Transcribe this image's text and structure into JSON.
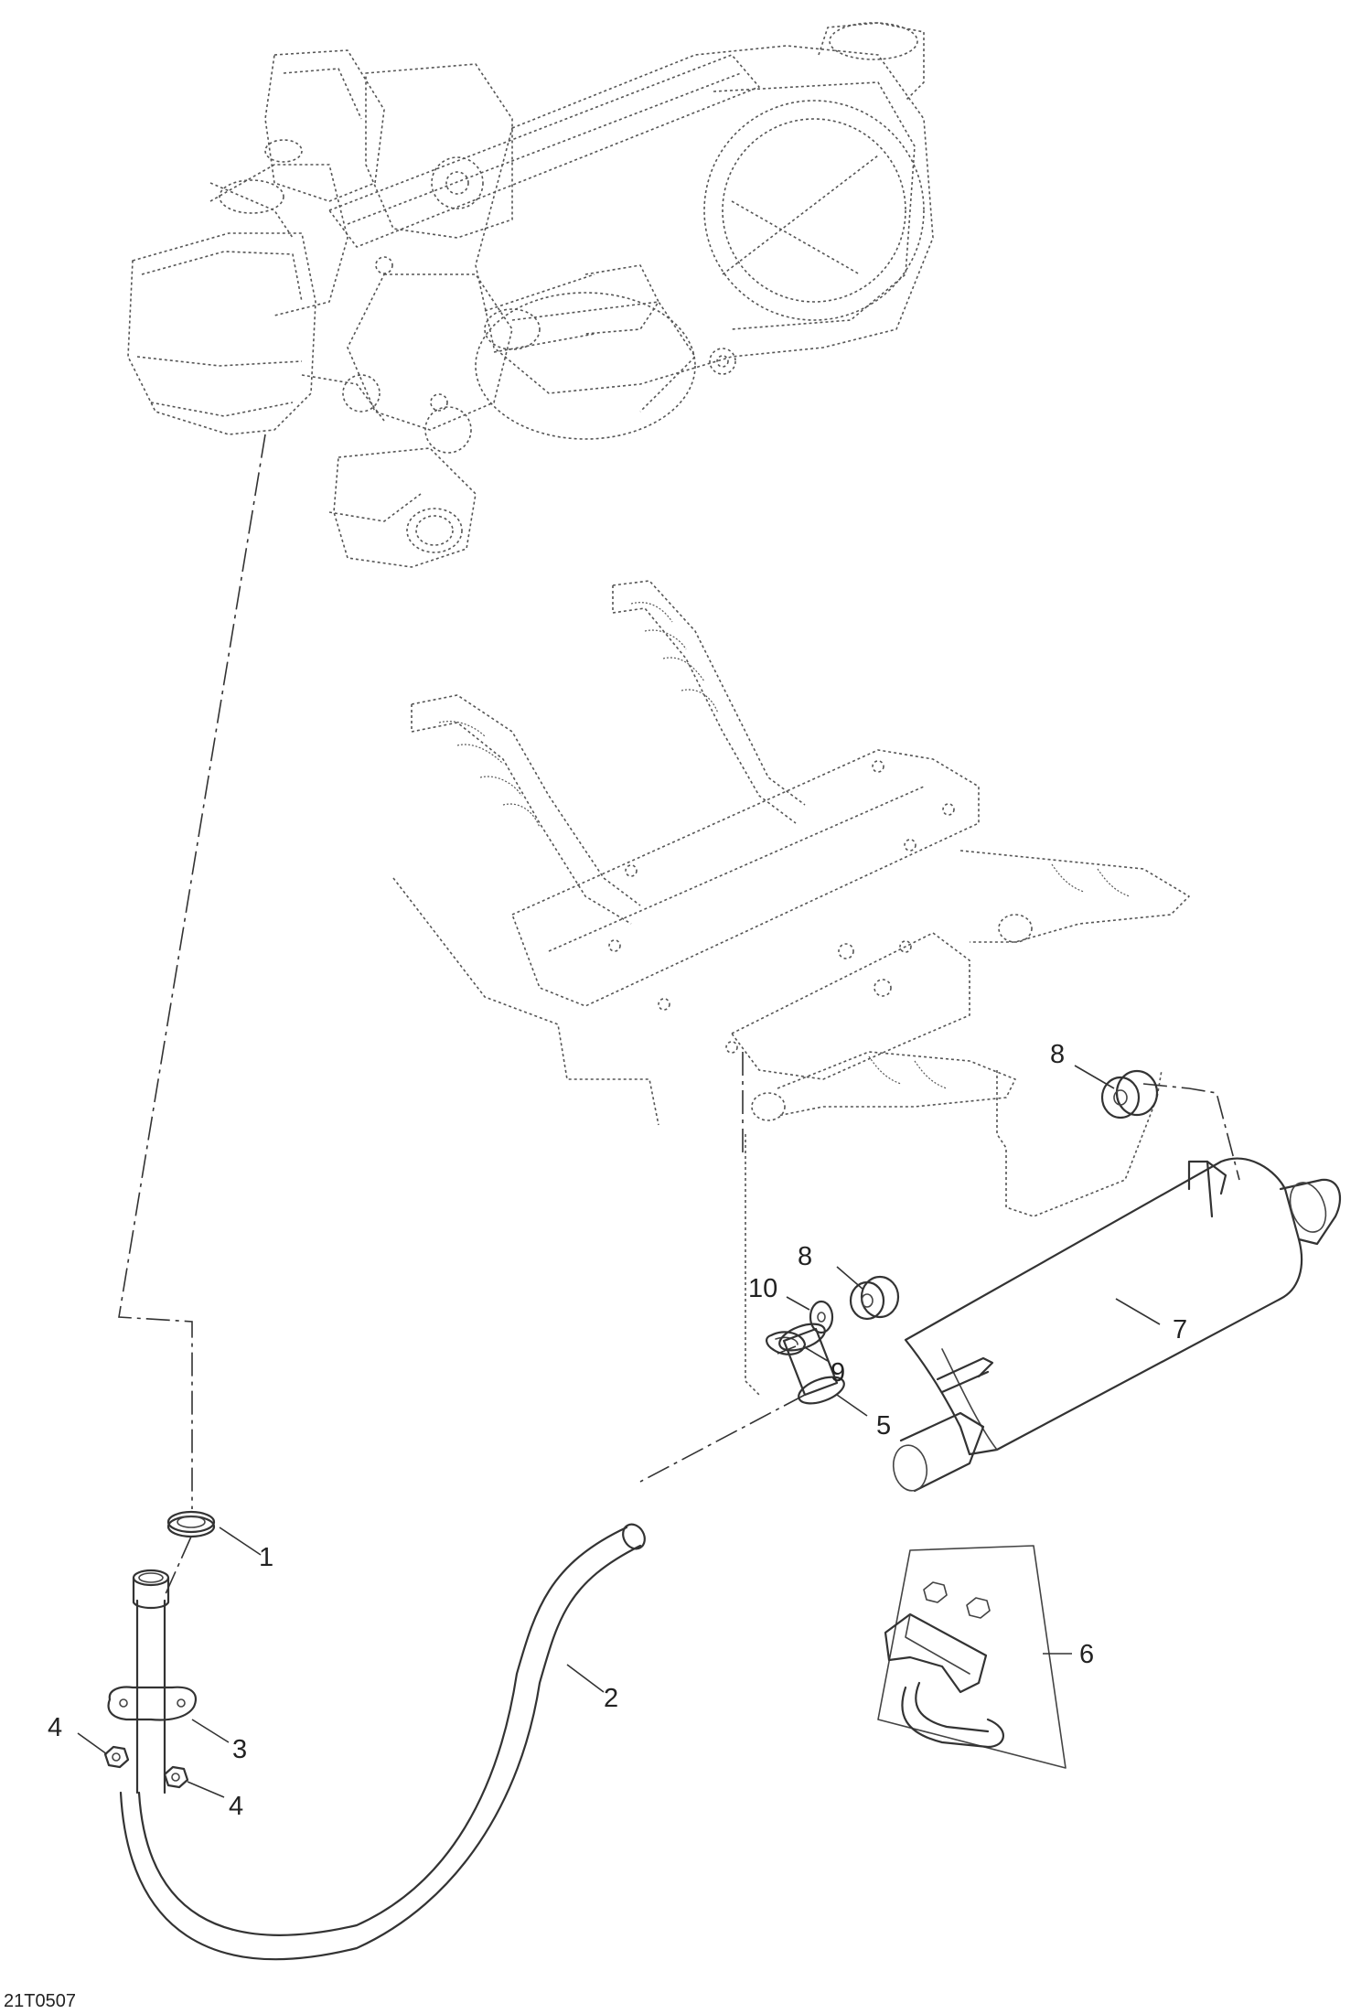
{
  "drawing": {
    "reference_code": "21T0507",
    "callouts": [
      {
        "id": "c1",
        "number": "1"
      },
      {
        "id": "c2",
        "number": "2"
      },
      {
        "id": "c3",
        "number": "3"
      },
      {
        "id": "c4a",
        "number": "4"
      },
      {
        "id": "c4b",
        "number": "4"
      },
      {
        "id": "c5",
        "number": "5"
      },
      {
        "id": "c6",
        "number": "6"
      },
      {
        "id": "c7",
        "number": "7"
      },
      {
        "id": "c8a",
        "number": "8"
      },
      {
        "id": "c8b",
        "number": "8"
      },
      {
        "id": "c9",
        "number": "9"
      },
      {
        "id": "c10",
        "number": "10"
      }
    ]
  }
}
